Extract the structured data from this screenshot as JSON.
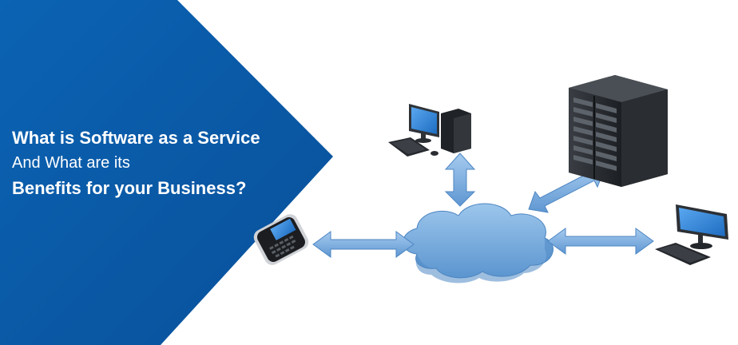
{
  "headline": {
    "line1": "What is Software as a Service",
    "line2": "And What are its",
    "line3": "Benefits for your Business?"
  },
  "icons": [
    "cloud-icon",
    "desktop-computer-icon",
    "server-rack-icon",
    "monitor-keyboard-icon",
    "smartphone-icon",
    "double-arrow-icon"
  ],
  "colors": {
    "brand_blue": "#0a5ba8",
    "cloud_blue": "#7fb1de",
    "arrow_blue": "#78aee0"
  }
}
